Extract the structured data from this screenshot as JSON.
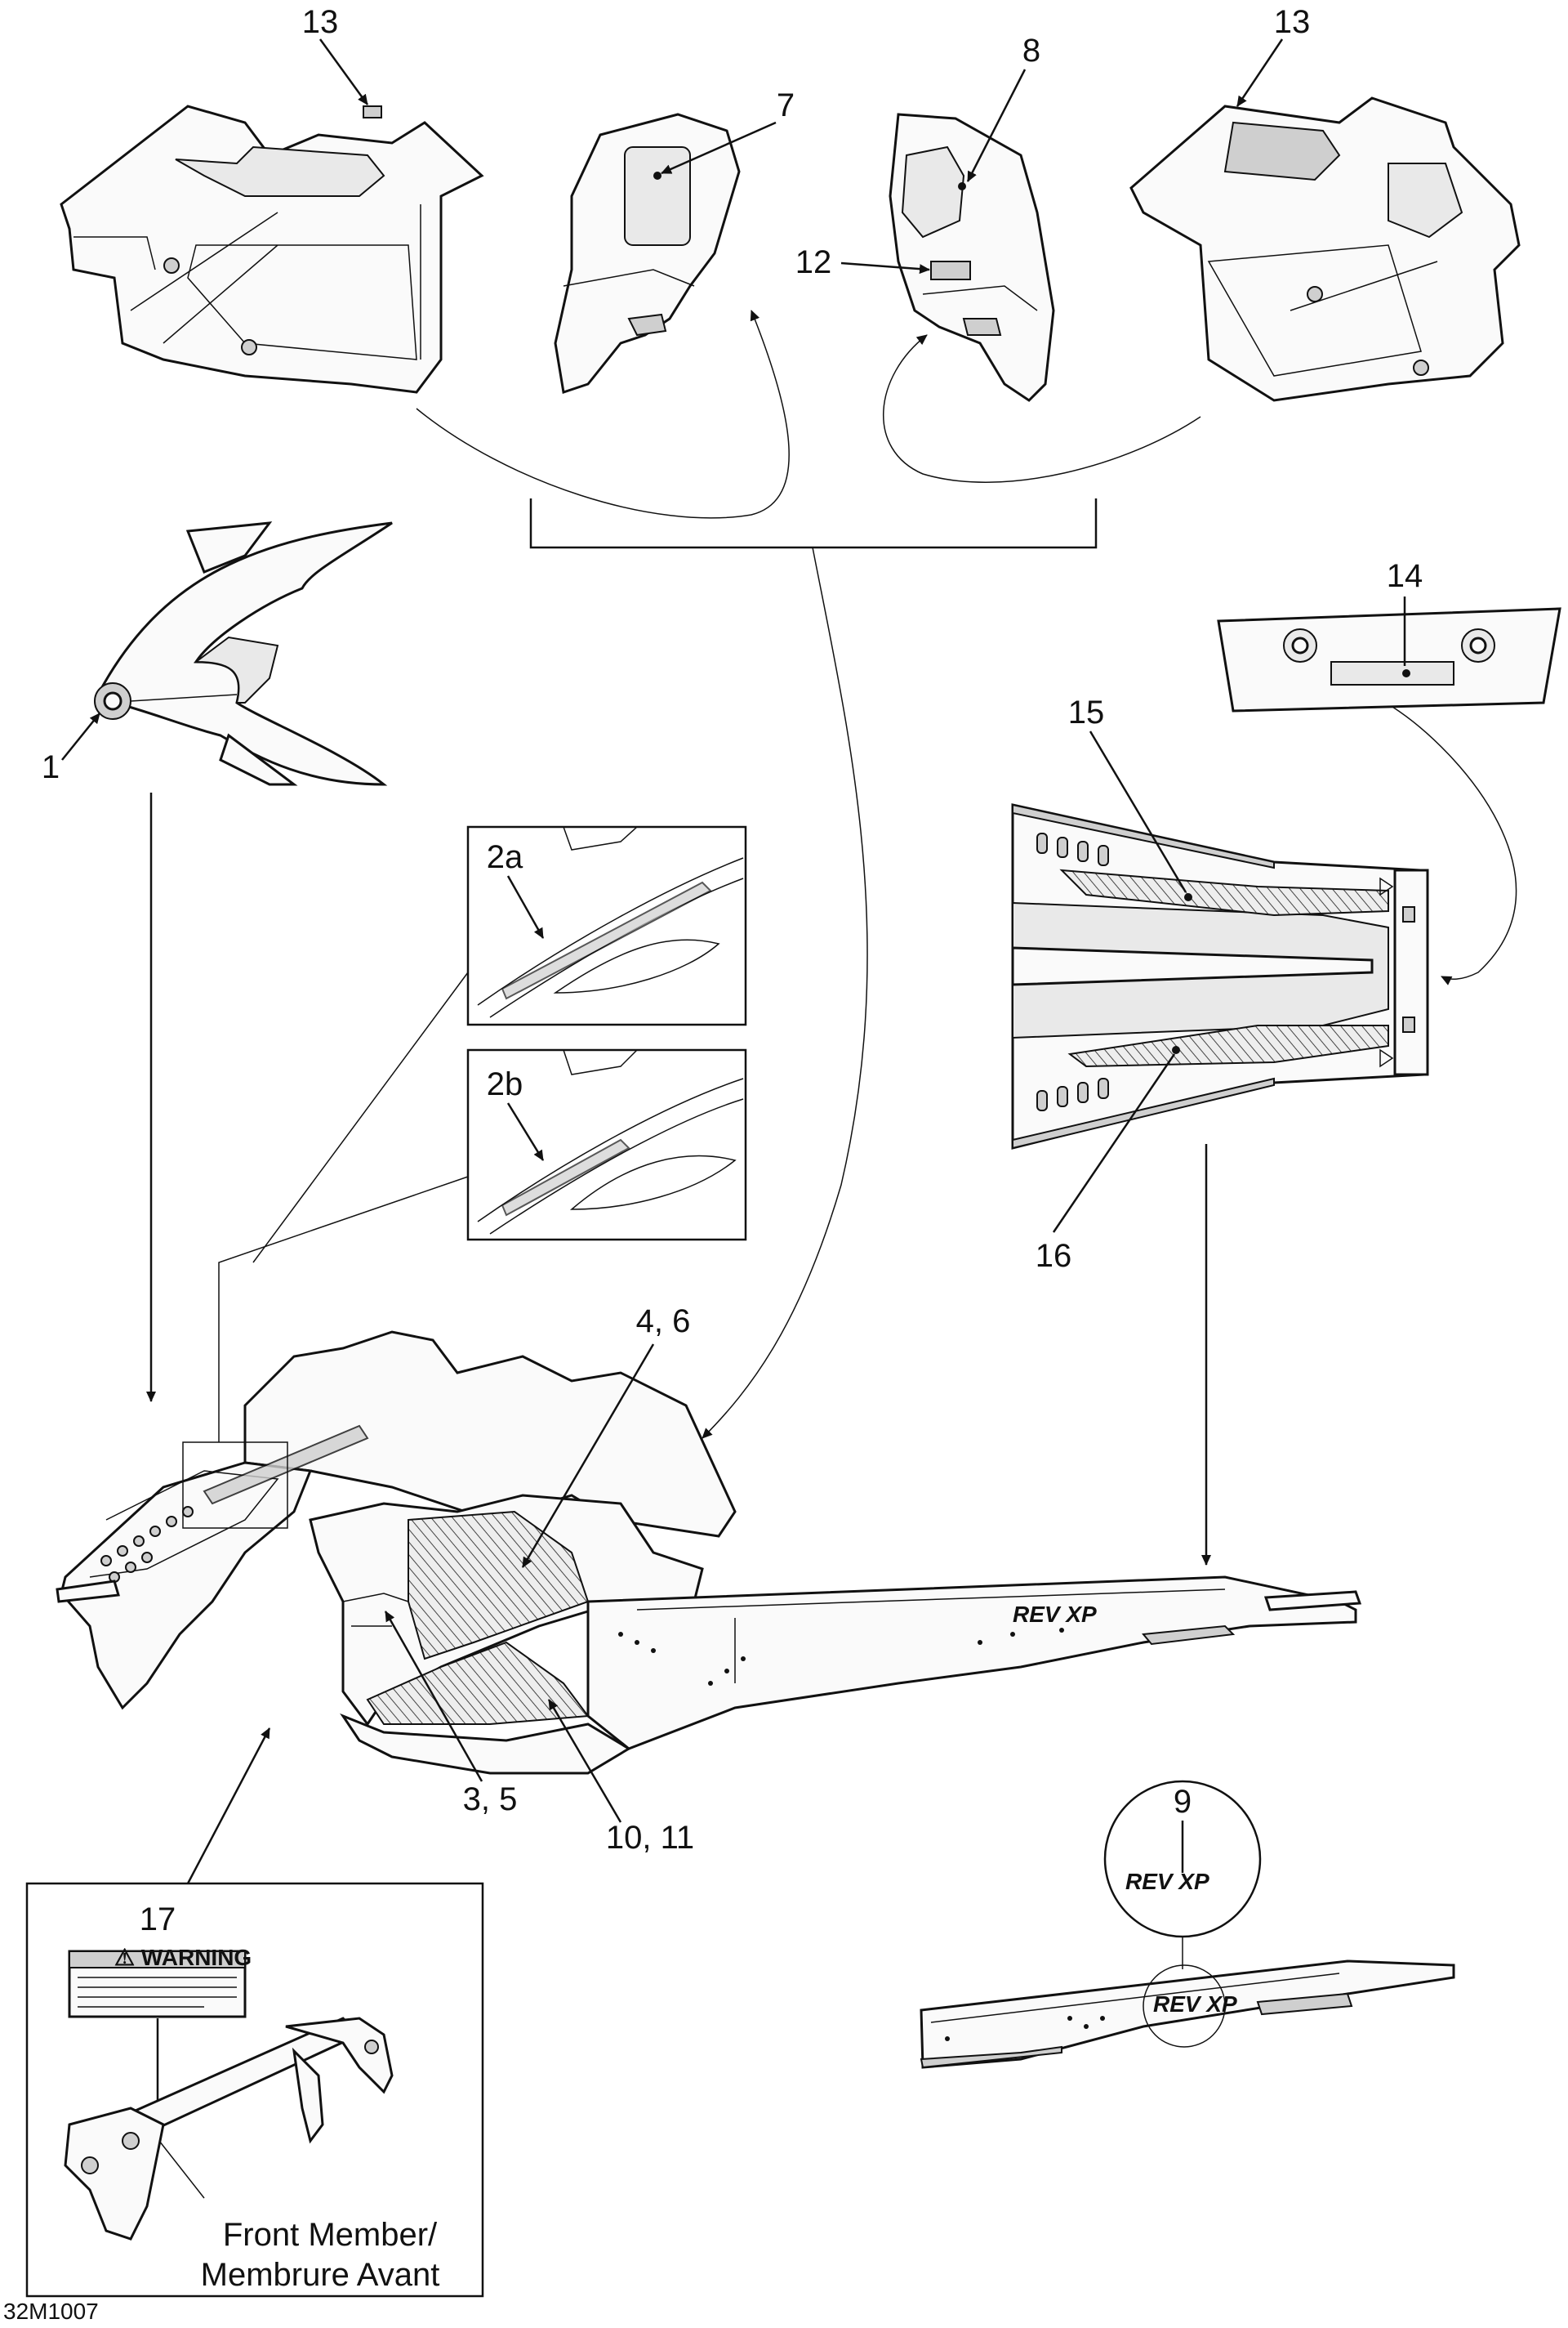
{
  "callouts": {
    "c1": "1",
    "c2a": "2a",
    "c2b": "2b",
    "c3_5": "3, 5",
    "c4_6": "4, 6",
    "c7": "7",
    "c8": "8",
    "c9": "9",
    "c10_11": "10, 11",
    "c12": "12",
    "c13_left": "13",
    "c13_right": "13",
    "c14": "14",
    "c15": "15",
    "c16": "16",
    "c17": "17"
  },
  "inset_caption": {
    "line1": "Front Member/",
    "line2": "Membrure Avant"
  },
  "figure_code": "32M1007",
  "decal_text": {
    "rev_xp": "REV XP",
    "warning_title": "⚠ WARNING"
  }
}
